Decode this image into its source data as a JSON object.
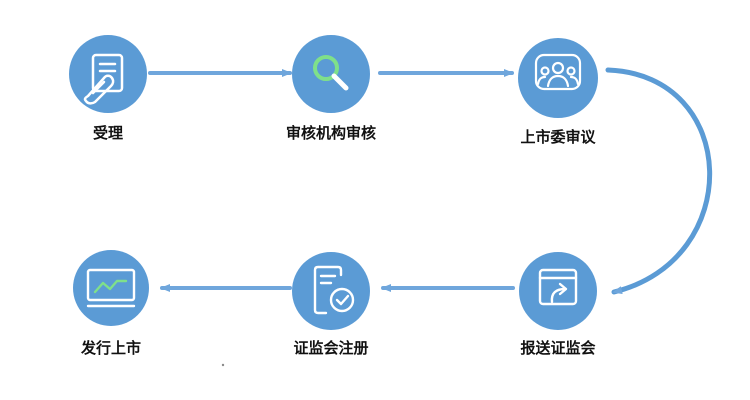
{
  "colors": {
    "circle_fill": "#5b9bd5",
    "circle_dark": "#4f8cc4",
    "arrow": "#6fa6dc",
    "label": "#111111",
    "icon_stroke": "#ffffff",
    "icon_accent": "#7fe08a"
  },
  "steps": [
    {
      "label": "受理",
      "icon": "document-pen-icon"
    },
    {
      "label": "审核机构审核",
      "icon": "search-icon"
    },
    {
      "label": "上市委审议",
      "icon": "group-icon"
    },
    {
      "label": "报送证监会",
      "icon": "upload-window-icon"
    },
    {
      "label": "证监会注册",
      "icon": "document-check-icon"
    },
    {
      "label": "发行上市",
      "icon": "line-chart-icon"
    }
  ]
}
